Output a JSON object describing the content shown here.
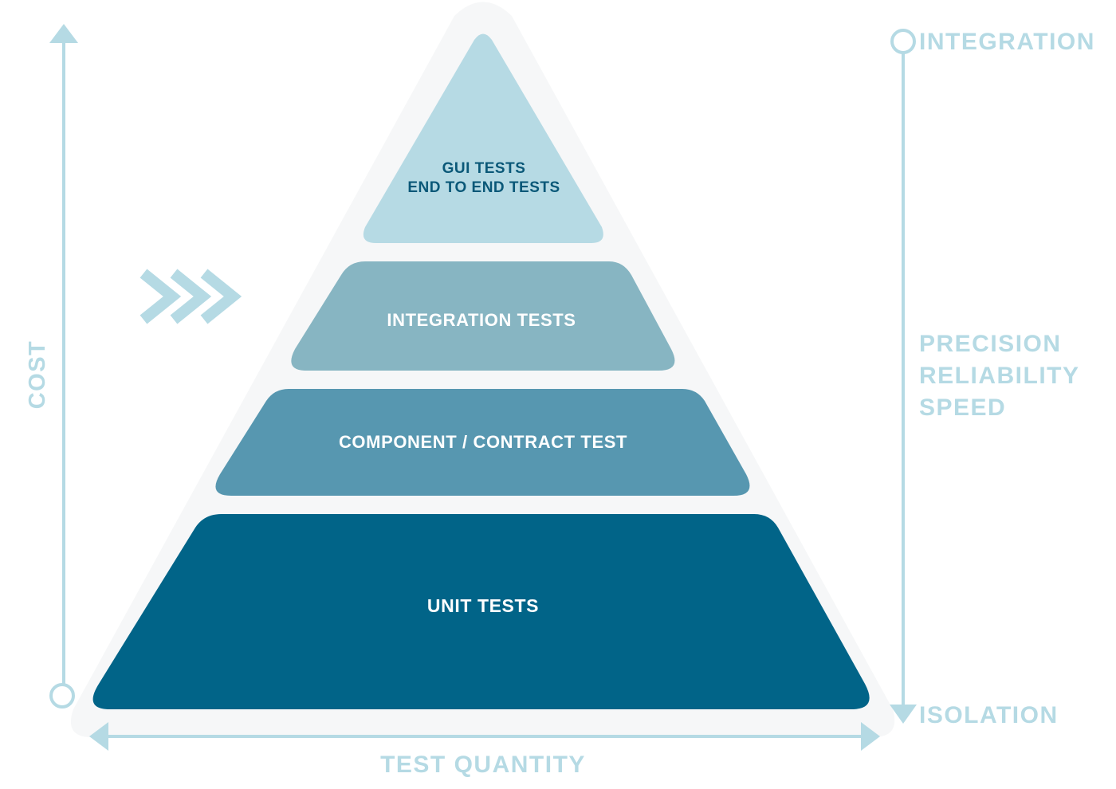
{
  "colors": {
    "background_triangle": "#f6f7f8",
    "tier_gui": "#b6dae4",
    "tier_integration": "#87b5c2",
    "tier_component": "#5797b0",
    "tier_unit": "#016488",
    "axis": "#b5dae4",
    "label_dark": "#0a5878",
    "label_light": "#ffffff"
  },
  "pyramid": {
    "gui": {
      "line1": "GUI TESTS",
      "line2": "END TO END TESTS"
    },
    "integration": {
      "label": "INTEGRATION TESTS"
    },
    "component": {
      "label": "COMPONENT / CONTRACT TEST"
    },
    "unit": {
      "label": "UNIT TESTS"
    }
  },
  "axes": {
    "cost_label": "COST",
    "quantity_label": "TEST QUANTITY",
    "top_label": "INTEGRATION",
    "bottom_label": "ISOLATION",
    "qualities": [
      "PRECISION",
      "RELIABILITY",
      "SPEED"
    ]
  },
  "icons": {
    "chevrons": "triple-chevron-right-icon"
  }
}
